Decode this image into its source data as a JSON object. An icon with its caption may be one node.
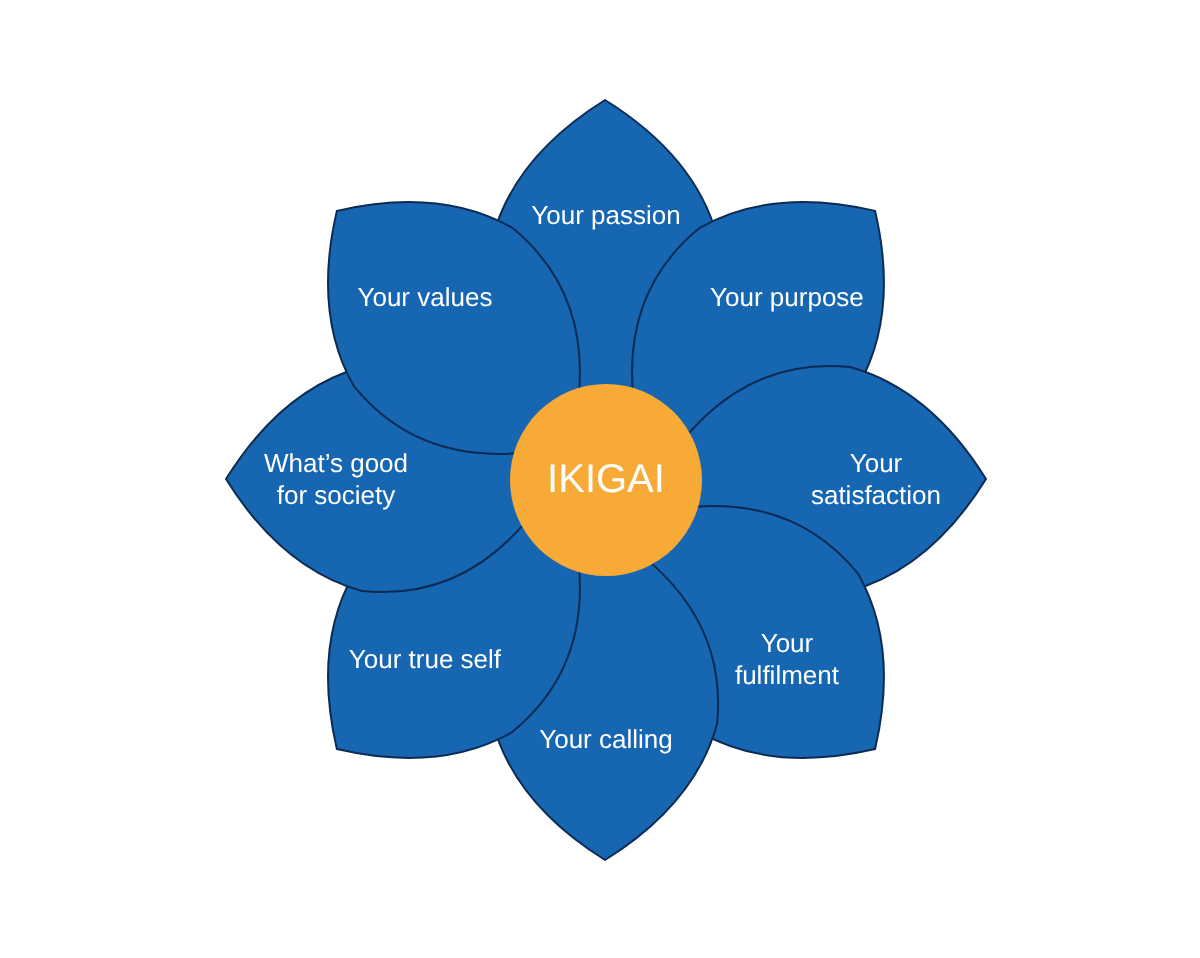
{
  "diagram": {
    "nodes": [
      {
        "text": [
          "IKIGAI"
        ]
      },
      {
        "text": [
          "Your passion"
        ]
      },
      {
        "text": [
          "Your purpose"
        ]
      },
      {
        "text": [
          "Your satisfaction"
        ]
      },
      {
        "text": [
          "Your fulfilment"
        ]
      },
      {
        "text": [
          "Your calling"
        ]
      },
      {
        "text": [
          "Your true self"
        ]
      },
      {
        "text": [
          "What’s good for society"
        ]
      },
      {
        "text": [
          "Your values"
        ]
      }
    ],
    "edges": []
  }
}
